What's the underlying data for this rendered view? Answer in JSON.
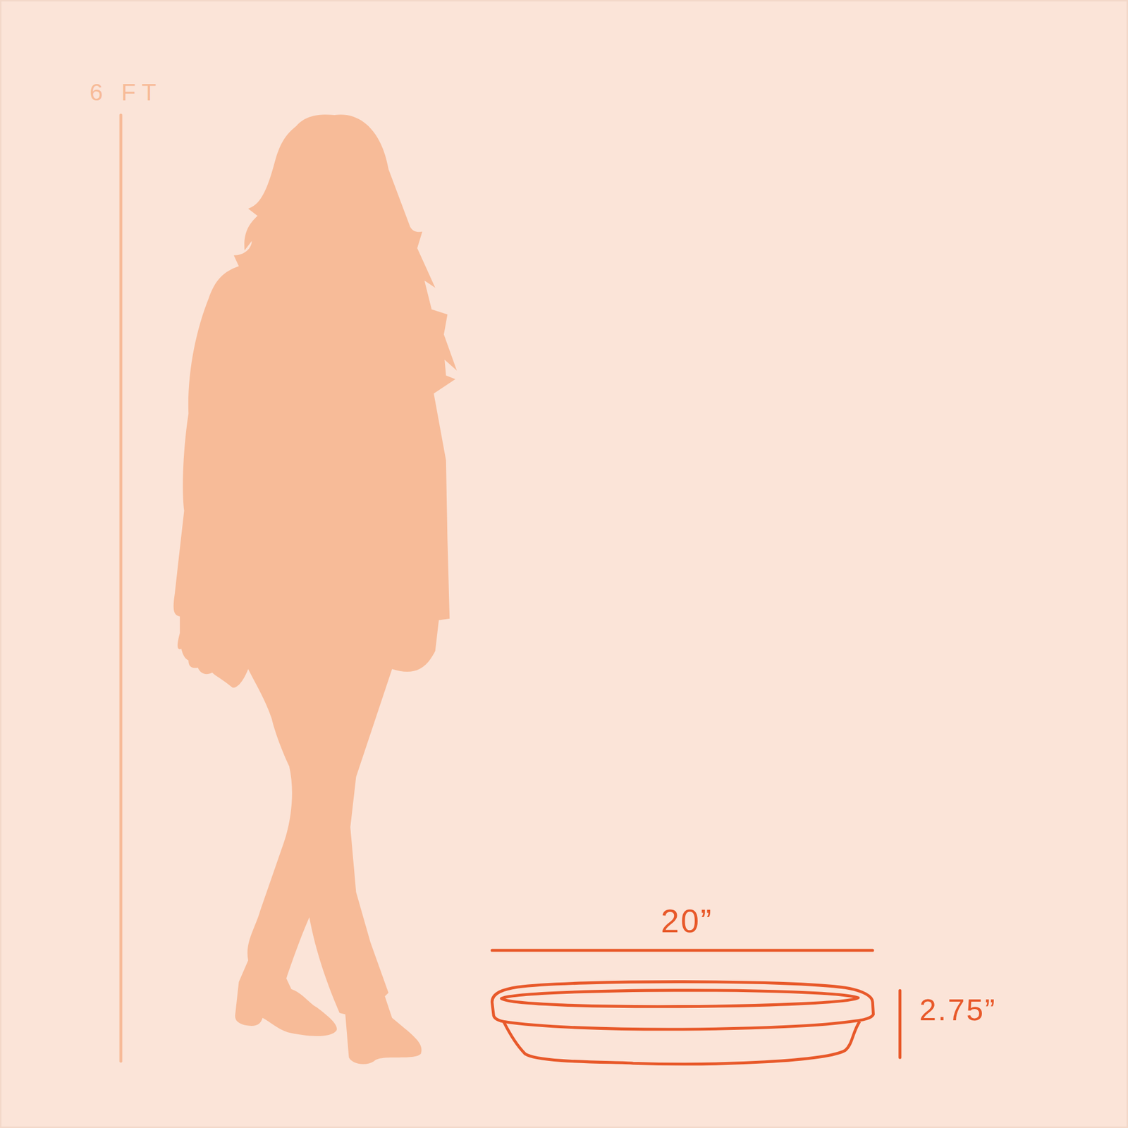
{
  "diagram": {
    "labels": [
      "6 FT",
      "20”",
      "2.75”"
    ]
  }
}
